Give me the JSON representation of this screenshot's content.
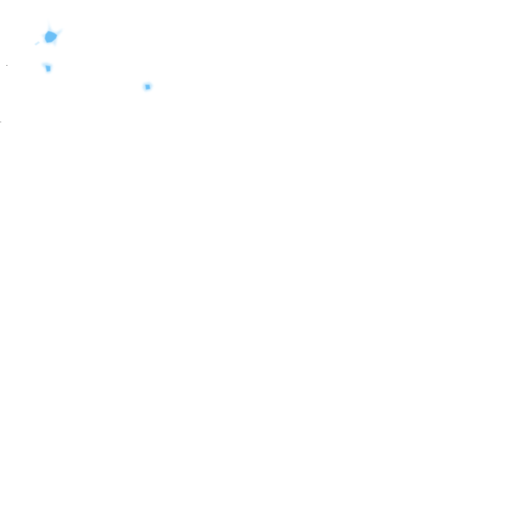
{
  "map": {
    "background_color": "#ffffff",
    "feature_color": "#5ab8f5",
    "feature_edge_color": "#a9dcfb",
    "dot_color": "#9a9a9a",
    "features": [
      "water-patch",
      "water-patch",
      "water-patch"
    ]
  }
}
